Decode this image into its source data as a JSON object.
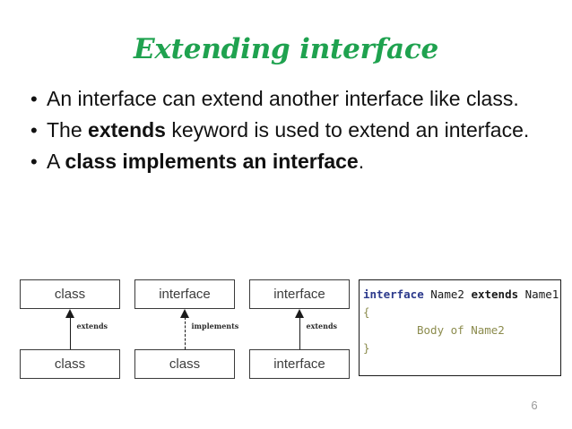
{
  "slide": {
    "title": "Extending interface",
    "page_number": "6",
    "title_color": "#1FA24F"
  },
  "bullets": [
    {
      "marker": "•",
      "segments": [
        {
          "text": "An interface can extend another interface like class.",
          "bold": false
        }
      ]
    },
    {
      "marker": "•",
      "segments": [
        {
          "text": "The ",
          "bold": false
        },
        {
          "text": "extends",
          "bold": true
        },
        {
          "text": " keyword is used to extend an interface.",
          "bold": false
        }
      ]
    },
    {
      "marker": "•",
      "segments": [
        {
          "text": "A ",
          "bold": false
        },
        {
          "text": "class implements an interface",
          "bold": true
        },
        {
          "text": ".",
          "bold": false
        }
      ]
    }
  ],
  "diagram": {
    "groups": [
      {
        "name": "class-extends-class",
        "top_box": "class",
        "bottom_box": "class",
        "relation_label": "extends",
        "line_style": "solid"
      },
      {
        "name": "class-implements-interface",
        "top_box": "interface",
        "bottom_box": "class",
        "relation_label": "implements",
        "line_style": "dashed"
      },
      {
        "name": "interface-extends-interface",
        "top_box": "interface",
        "bottom_box": "interface",
        "relation_label": "extends",
        "line_style": "solid"
      }
    ]
  },
  "code": {
    "line1": {
      "keyword": "interface",
      "name2": "Name2",
      "extends": "extends",
      "name1": "Name1"
    },
    "open_brace": "{",
    "body": "Body of Name2",
    "close_brace": "}",
    "keyword_color": "#2c3a8c",
    "body_color": "#8c8c4e"
  }
}
